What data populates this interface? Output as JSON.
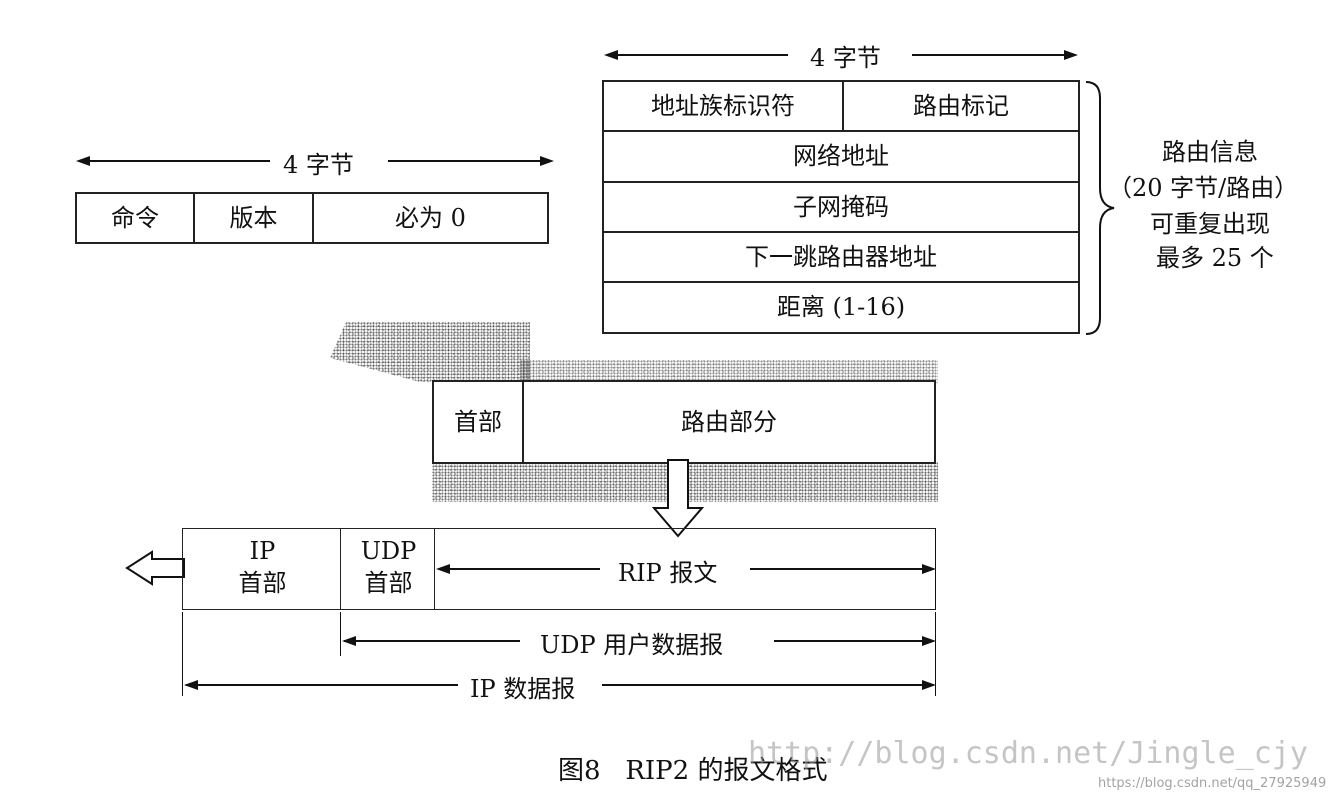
{
  "header_box": {
    "width_label": "4 字节",
    "fields": [
      "命令",
      "版本",
      "必为 0"
    ]
  },
  "route_entry": {
    "width_label": "4 字节",
    "row1": [
      "地址族标识符",
      "路由标记"
    ],
    "rows": [
      "网络地址",
      "子网掩码",
      "下一跳路由器地址",
      "距离 (1-16)"
    ],
    "brace_note": [
      "路由信息",
      "（20 字节/路由）",
      "可重复出现",
      "最多 25 个"
    ]
  },
  "rip_message": {
    "header": "首部",
    "routing_part": "路由部分"
  },
  "encapsulation": {
    "ip_header": [
      "IP",
      "首部"
    ],
    "udp_header": [
      "UDP",
      "首部"
    ],
    "rip_label": "RIP 报文",
    "udp_datagram_label": "UDP 用户数据报",
    "ip_datagram_label": "IP 数据报"
  },
  "caption": "图8   RIP2 的报文格式",
  "watermark": "http://blog.csdn.net/Jingle_cjy",
  "watermark_small": "https://blog.csdn.net/qq_27925949"
}
